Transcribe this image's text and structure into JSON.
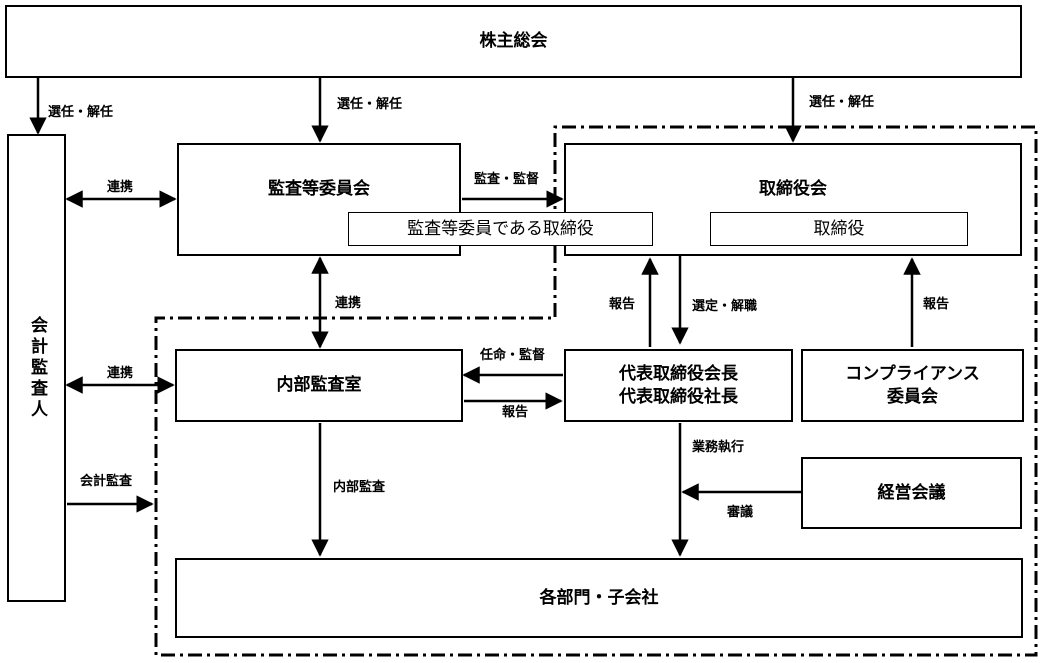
{
  "nodes": {
    "shareholders_meeting": "株主総会",
    "accounting_auditor": "会計監査人",
    "audit_committee": "監査等委員会",
    "audit_committee_director": "監査等委員である取締役",
    "board": "取締役会",
    "director": "取締役",
    "internal_audit": "内部監査室",
    "representative_line1": "代表取締役会長",
    "representative_line2": "代表取締役社長",
    "compliance_line1": "コンプライアンス",
    "compliance_line2": "委員会",
    "management_meeting": "経営会議",
    "departments": "各部門・子会社"
  },
  "labels": {
    "elect_dismiss_1": "選任・解任",
    "elect_dismiss_2": "選任・解任",
    "elect_dismiss_3": "選任・解任",
    "liaison_1": "連携",
    "liaison_2": "連携",
    "liaison_3": "連携",
    "audit_supervise": "監査・監督",
    "report_1": "報告",
    "appoint_dismiss": "選定・解職",
    "report_2": "報告",
    "appoint_supervise": "任命・監督",
    "report_3": "報告",
    "business_execution": "業務執行",
    "internal_audit_flow": "内部監査",
    "accounting_audit": "会計監査",
    "deliberation": "審議"
  }
}
